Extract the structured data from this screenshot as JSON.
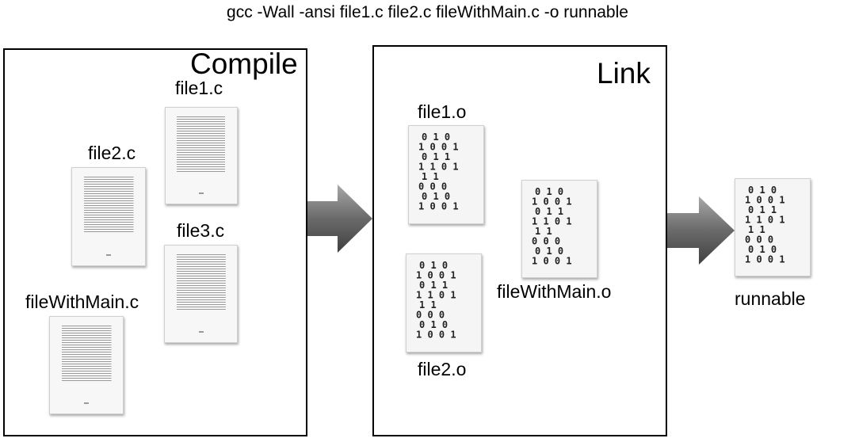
{
  "command": "gcc -Wall -ansi file1.c file2.c fileWithMain.c -o runnable",
  "compile": {
    "title": "Compile",
    "files": {
      "file1": "file1.c",
      "file2": "file2.c",
      "file3": "file3.c",
      "main": "fileWithMain.c"
    }
  },
  "link": {
    "title": "Link",
    "files": {
      "file1": "file1.o",
      "file2": "file2.o",
      "main": "fileWithMain.o"
    }
  },
  "output": {
    "label": "runnable"
  },
  "colors": {
    "arrow_dark": "#404040",
    "arrow_light": "#a8a8a8",
    "border": "#000000"
  },
  "binary_glyph_rows": [
    "0 1 0",
    "1  0 0 1",
    "0  1 1",
    "1 1 0 1",
    "1 1",
    "0 0 0",
    "0 1 0",
    "1  0 0 1"
  ]
}
